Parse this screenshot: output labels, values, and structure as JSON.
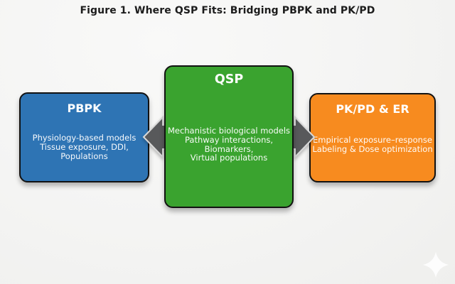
{
  "figure": {
    "title": "Figure 1. Where QSP Fits: Bridging PBPK and PK/PD"
  },
  "boxes": {
    "pbpk": {
      "title": "PBPK",
      "line1": "Physiology-based models",
      "line2": "Tissue exposure, DDI, Populations",
      "color": "#2e74b4"
    },
    "qsp": {
      "title": "QSP",
      "line1": "Mechanistic biological models",
      "line2": "Pathway interactions, Biomarkers,",
      "line3": "Virtual populations",
      "color": "#3aa32f"
    },
    "pkpd": {
      "title": "PK/PD & ER",
      "line1": "Empirical exposure–response",
      "line2": "Labeling & Dose optimization",
      "color": "#f78b1f"
    }
  },
  "arrows": {
    "left_direction": "points-left-to-PBPK",
    "right_direction": "points-right-to-PKPD",
    "color": "#58595b",
    "outline": "#d8d8d8"
  },
  "decor": {
    "sparkle_color": "#ffffff"
  }
}
